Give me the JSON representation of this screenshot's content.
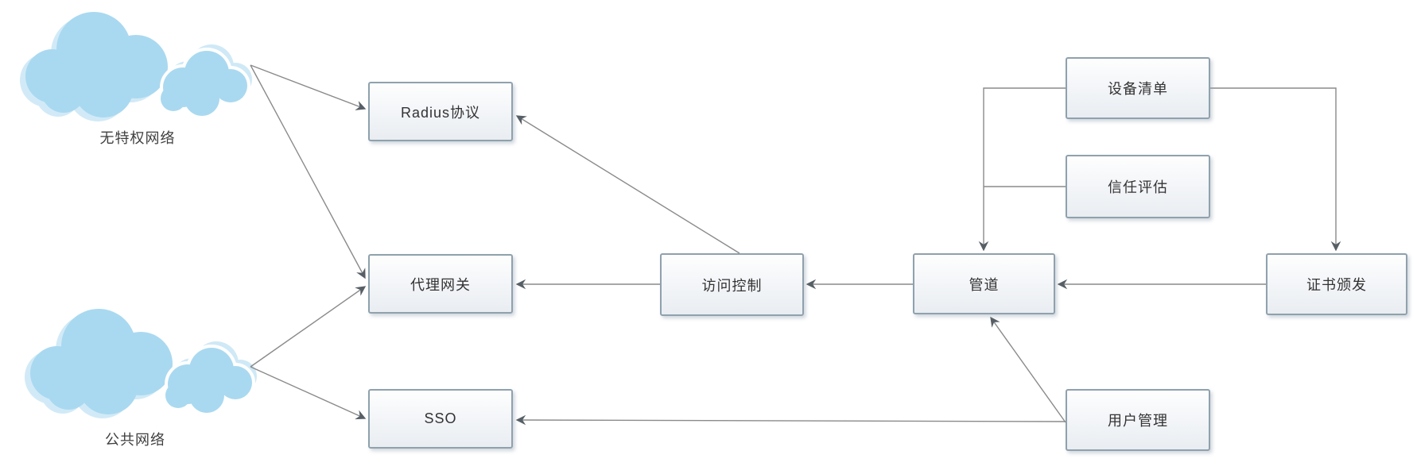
{
  "diagram": {
    "title": "zero-trust network architecture diagram",
    "clouds": [
      {
        "id": "unprivileged-network",
        "label": "无特权网络"
      },
      {
        "id": "public-network",
        "label": "公共网络"
      }
    ],
    "nodes": {
      "radius_protocol": {
        "label": "Radius协议"
      },
      "proxy_gateway": {
        "label": "代理网关"
      },
      "sso": {
        "label": "SSO"
      },
      "access_control": {
        "label": "访问控制"
      },
      "pipeline": {
        "label": "管道"
      },
      "device_inventory": {
        "label": "设备清单"
      },
      "trust_evaluation": {
        "label": "信任评估"
      },
      "cert_issuance": {
        "label": "证书颁发"
      },
      "user_management": {
        "label": "用户管理"
      }
    },
    "edges": [
      {
        "from": "无特权网络",
        "to": "Radius协议"
      },
      {
        "from": "无特权网络",
        "to": "代理网关"
      },
      {
        "from": "公共网络",
        "to": "代理网关"
      },
      {
        "from": "公共网络",
        "to": "SSO"
      },
      {
        "from": "访问控制",
        "to": "Radius协议"
      },
      {
        "from": "访问控制",
        "to": "代理网关"
      },
      {
        "from": "管道",
        "to": "访问控制"
      },
      {
        "from": "设备清单",
        "to": "管道"
      },
      {
        "from": "信任评估",
        "to": "管道"
      },
      {
        "from": "设备清单",
        "to": "证书颁发"
      },
      {
        "from": "证书颁发",
        "to": "管道"
      },
      {
        "from": "用户管理",
        "to": "管道"
      },
      {
        "from": "用户管理",
        "to": "SSO"
      }
    ],
    "colors": {
      "cloud_fill": "#a9d9f0",
      "cloud_halo": "#d2eaf7",
      "box_border": "#8fa1ad",
      "box_fill_top": "#fefefe",
      "box_fill_bottom": "#e9edf1",
      "line": "#8a8a8a",
      "arrowhead": "#575f66",
      "text": "#333333"
    }
  }
}
